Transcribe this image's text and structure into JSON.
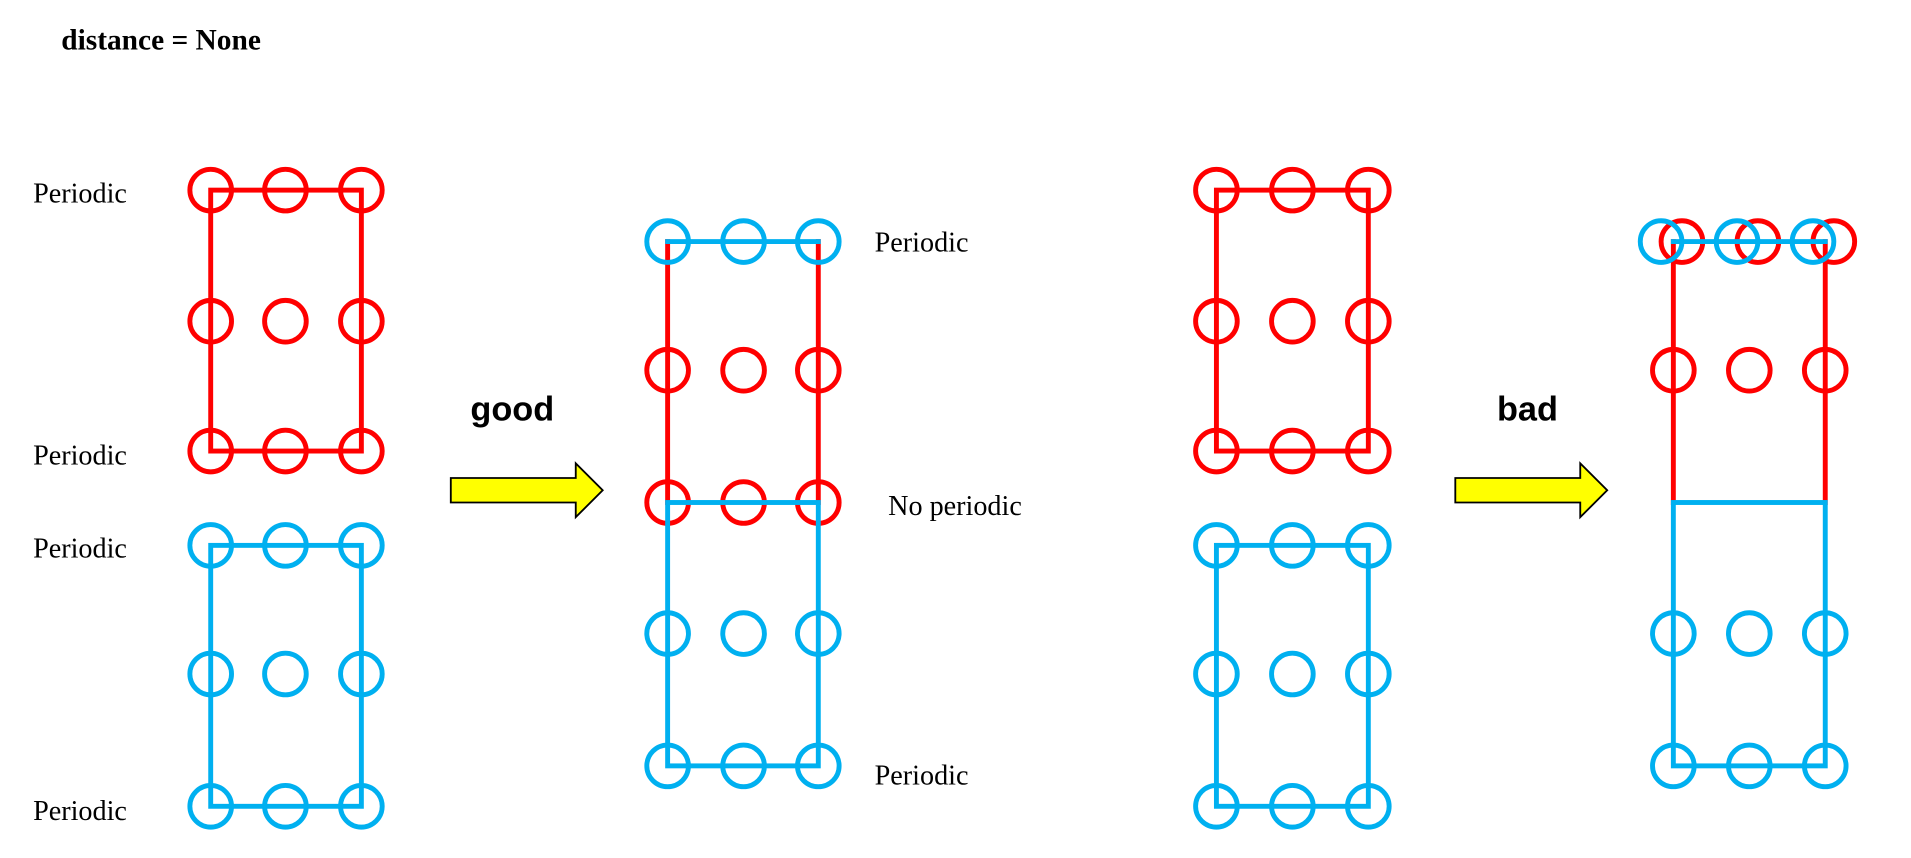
{
  "title": "distance = None",
  "colors": {
    "red": "#ff0000",
    "blue": "#00b0f0",
    "arrow": "#ffff00"
  },
  "panel_a": {
    "labels": [
      "Periodic",
      "Periodic",
      "Periodic",
      "Periodic"
    ]
  },
  "good": {
    "label": "good"
  },
  "panel_b": {
    "labels": [
      "Periodic",
      "No periodic",
      "Periodic"
    ]
  },
  "bad": {
    "label": "bad"
  },
  "icons": {
    "arrow": "right-arrow-icon"
  }
}
